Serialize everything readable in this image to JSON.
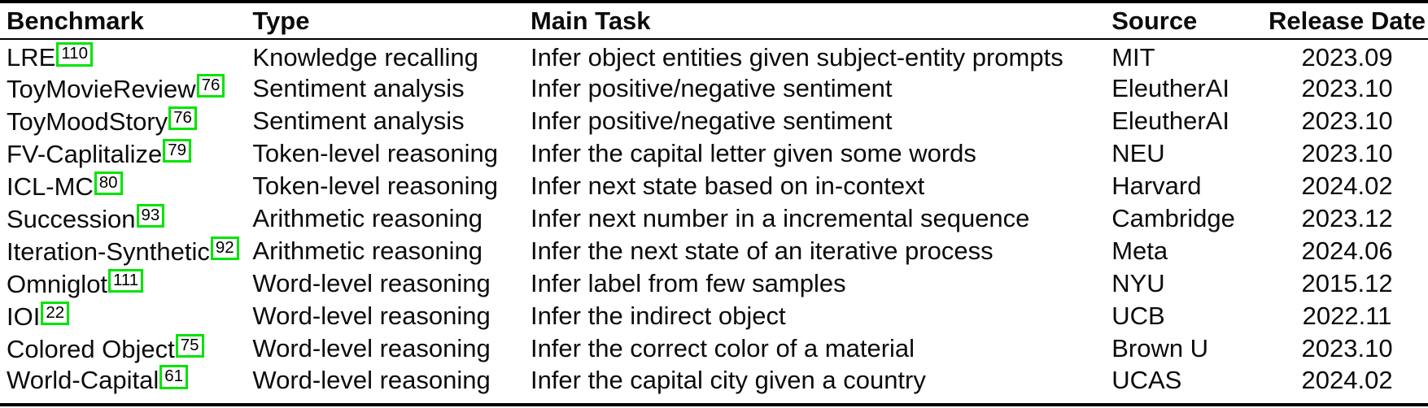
{
  "table": {
    "columns": [
      "Benchmark",
      "Type",
      "Main Task",
      "Source",
      "Release Date"
    ],
    "rows": [
      {
        "benchmark": "LRE",
        "cite": "110",
        "type": "Knowledge recalling",
        "task": "Infer object entities given subject-entity prompts",
        "source": "MIT",
        "date": "2023.09"
      },
      {
        "benchmark": "ToyMovieReview",
        "cite": "76",
        "type": "Sentiment analysis",
        "task": "Infer positive/negative sentiment",
        "source": "EleutherAI",
        "date": "2023.10"
      },
      {
        "benchmark": "ToyMoodStory",
        "cite": "76",
        "type": "Sentiment analysis",
        "task": "Infer positive/negative sentiment",
        "source": "EleutherAI",
        "date": "2023.10"
      },
      {
        "benchmark": "FV-Caplitalize",
        "cite": "79",
        "type": "Token-level reasoning",
        "task": "Infer the capital letter given some words",
        "source": "NEU",
        "date": "2023.10"
      },
      {
        "benchmark": "ICL-MC",
        "cite": "80",
        "type": "Token-level reasoning",
        "task": "Infer next state based on in-context",
        "source": "Harvard",
        "date": "2024.02"
      },
      {
        "benchmark": "Succession",
        "cite": "93",
        "type": "Arithmetic reasoning",
        "task": "Infer next number in a incremental sequence",
        "source": "Cambridge",
        "date": "2023.12"
      },
      {
        "benchmark": "Iteration-Synthetic",
        "cite": "92",
        "type": "Arithmetic reasoning",
        "task": "Infer the next state of an iterative process",
        "source": "Meta",
        "date": "2024.06"
      },
      {
        "benchmark": "Omniglot",
        "cite": "111",
        "type": "Word-level reasoning",
        "task": "Infer label from few samples",
        "source": "NYU",
        "date": "2015.12"
      },
      {
        "benchmark": "IOI",
        "cite": "22",
        "type": "Word-level reasoning",
        "task": "Infer the indirect object",
        "source": "UCB",
        "date": "2022.11"
      },
      {
        "benchmark": "Colored Object",
        "cite": "75",
        "type": "Word-level reasoning",
        "task": "Infer the correct color of a material",
        "source": "Brown U",
        "date": "2023.10"
      },
      {
        "benchmark": "World-Capital",
        "cite": "61",
        "type": "Word-level reasoning",
        "task": "Infer the capital city given a country",
        "source": "UCAS",
        "date": "2024.02"
      }
    ],
    "colors": {
      "citation_border": "#00e400",
      "rule": "#000000",
      "text": "#0b0b0b"
    }
  }
}
